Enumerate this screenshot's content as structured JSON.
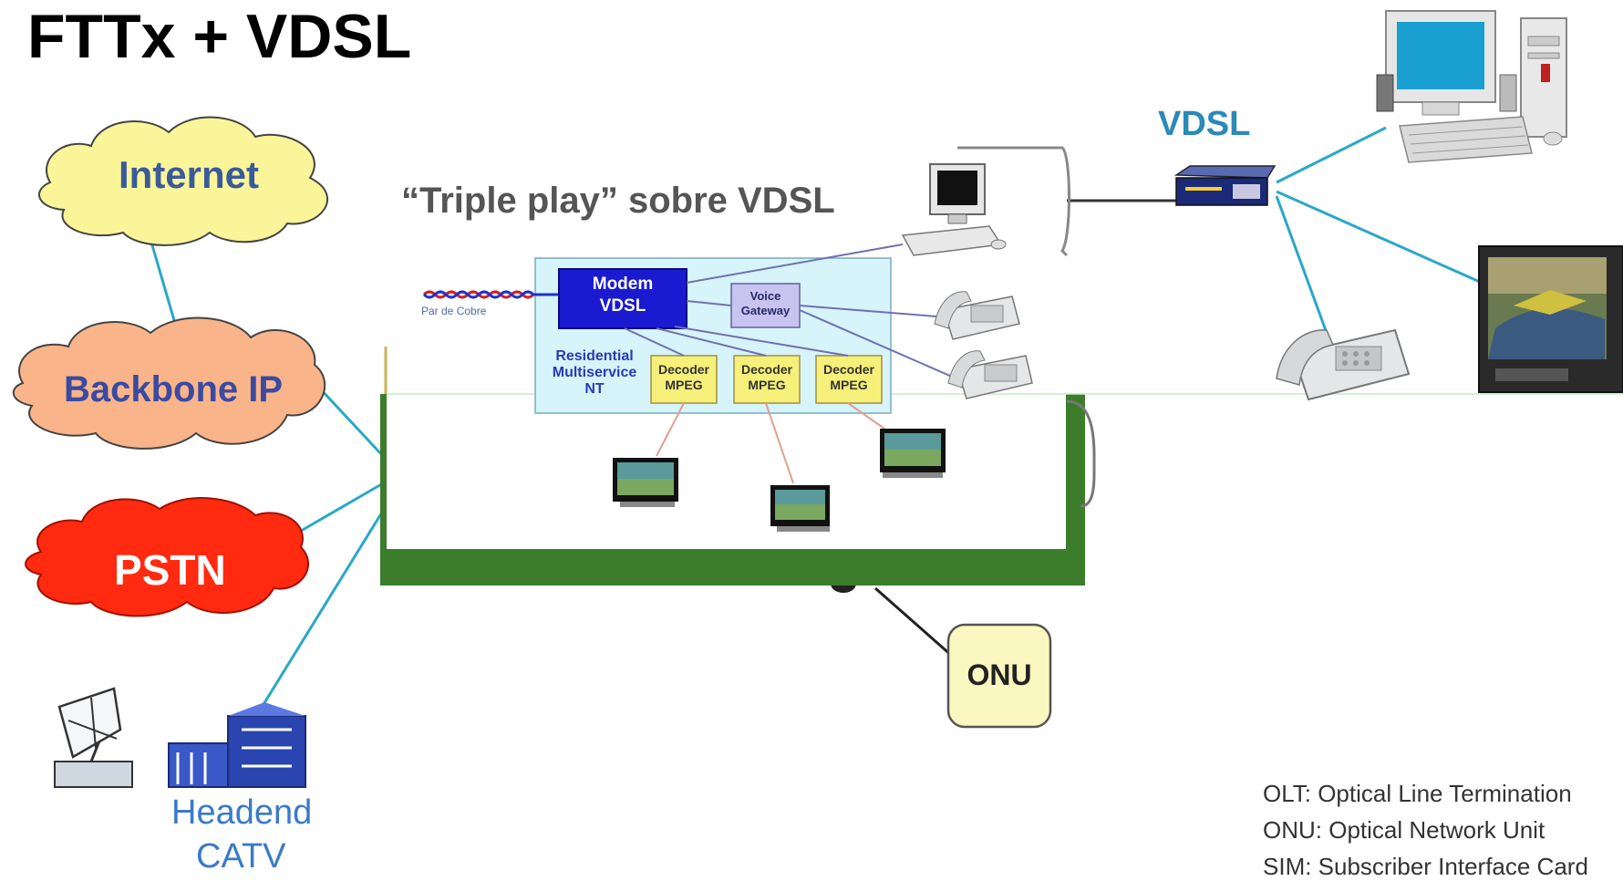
{
  "title": "FTTx + VDSL",
  "subtitle": "“Triple play” sobre VDSL",
  "clouds": {
    "internet": "Internet",
    "backbone": "Backbone IP",
    "pstn": "PSTN"
  },
  "headend": {
    "line1": "Headend",
    "line2": "CATV"
  },
  "vdsl_label": "VDSL",
  "onu_label": "ONU",
  "inset": {
    "copper_label": "Par de Cobre",
    "modem_line1": "Modem",
    "modem_line2": "VDSL",
    "voice_line1": "Voice",
    "voice_line2": "Gateway",
    "residential_line1": "Residential",
    "residential_line2": "Multiservice",
    "residential_line3": "NT",
    "decoder_line1": "Decoder",
    "decoder_line2": "MPEG"
  },
  "legend": [
    "OLT: Optical Line Termination",
    "ONU: Optical Network Unit",
    "SIM: Subscriber Interface Card"
  ],
  "colors": {
    "internet_cloud": "#fbf59a",
    "backbone_cloud": "#f9b48a",
    "pstn_cloud": "#ff2a10",
    "link_line": "#29a8c8",
    "green_frame": "#3b7d2a",
    "modem_box": "#1a1ad0",
    "inset_bg": "#d6f4fa",
    "onu_box": "#fbf7c0"
  }
}
